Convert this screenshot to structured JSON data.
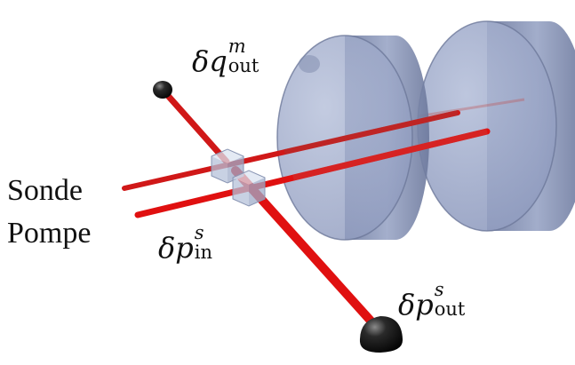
{
  "labels": {
    "sonde": "Sonde",
    "pompe": "Pompe",
    "dq_out_m": {
      "base": "δq",
      "sup": "m",
      "sub": "out"
    },
    "dp_in_s": {
      "base": "δp",
      "sup": "s",
      "sub": "in"
    },
    "dp_out_s": {
      "base": "δp",
      "sup": "s",
      "sub": "out"
    }
  },
  "colors": {
    "beam": "#e01010",
    "beam_dim": "#b82a2a",
    "mirror_face": "#9aa6c6",
    "mirror_edge": "#7e8aac",
    "cube": "#c8d3e6",
    "detector": "#111111"
  }
}
